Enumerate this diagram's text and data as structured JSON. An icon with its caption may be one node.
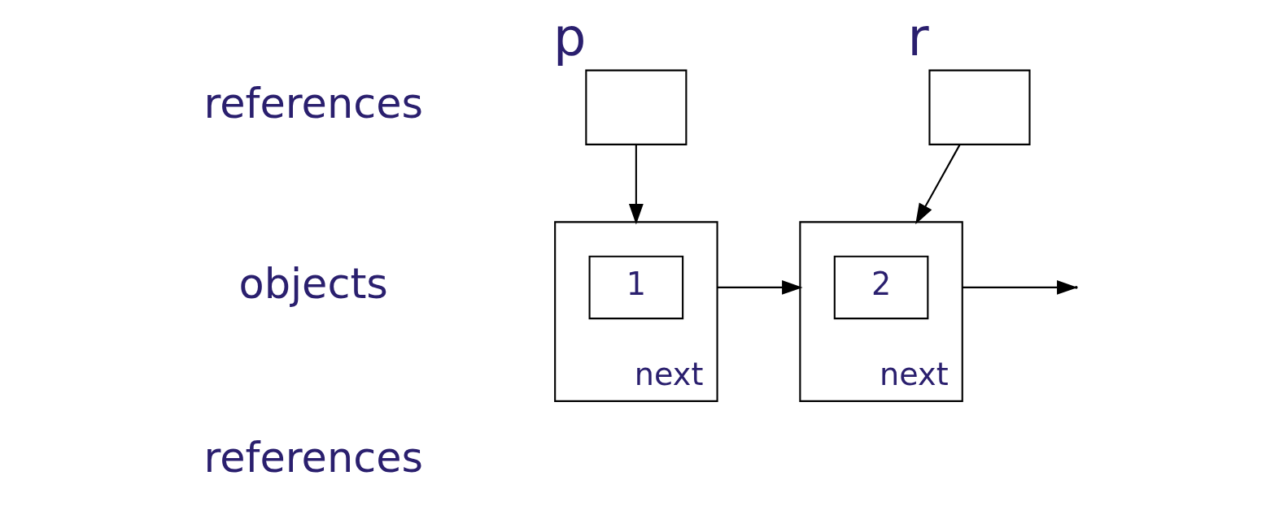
{
  "diagram": {
    "nodes": [
      {
        "text": [],
        "shape": "box",
        "beside": [
          "p"
        ]
      },
      {
        "text": [],
        "shape": "box",
        "beside": [
          "r"
        ]
      },
      {
        "text": [
          "next"
        ]
      },
      {
        "text": [
          "1"
        ],
        "in": 2
      },
      {
        "text": [
          "next"
        ]
      },
      {
        "text": [
          "2"
        ],
        "in": 4
      }
    ],
    "edges": [
      {
        "from": 0,
        "to": 2,
        "arrow": "to"
      },
      {
        "from": 1,
        "to": 4,
        "arrow": "to"
      },
      {
        "from": 2,
        "to": 4,
        "arrow": "to"
      },
      {
        "from": 4,
        "to": null,
        "arrow": "to"
      }
    ],
    "labels": [
      "references",
      "objects",
      "references"
    ]
  }
}
